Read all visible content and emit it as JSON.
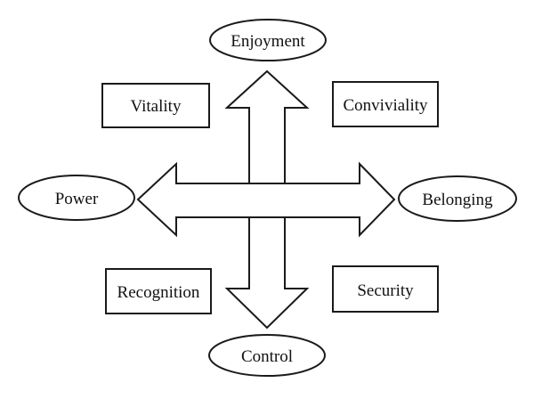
{
  "diagram": {
    "vertical_axis": {
      "top": "Enjoyment",
      "bottom": "Control"
    },
    "horizontal_axis": {
      "left": "Power",
      "right": "Belonging"
    },
    "quadrants": {
      "top_left": "Vitality",
      "top_right": "Conviviality",
      "bottom_left": "Recognition",
      "bottom_right": "Security"
    }
  }
}
